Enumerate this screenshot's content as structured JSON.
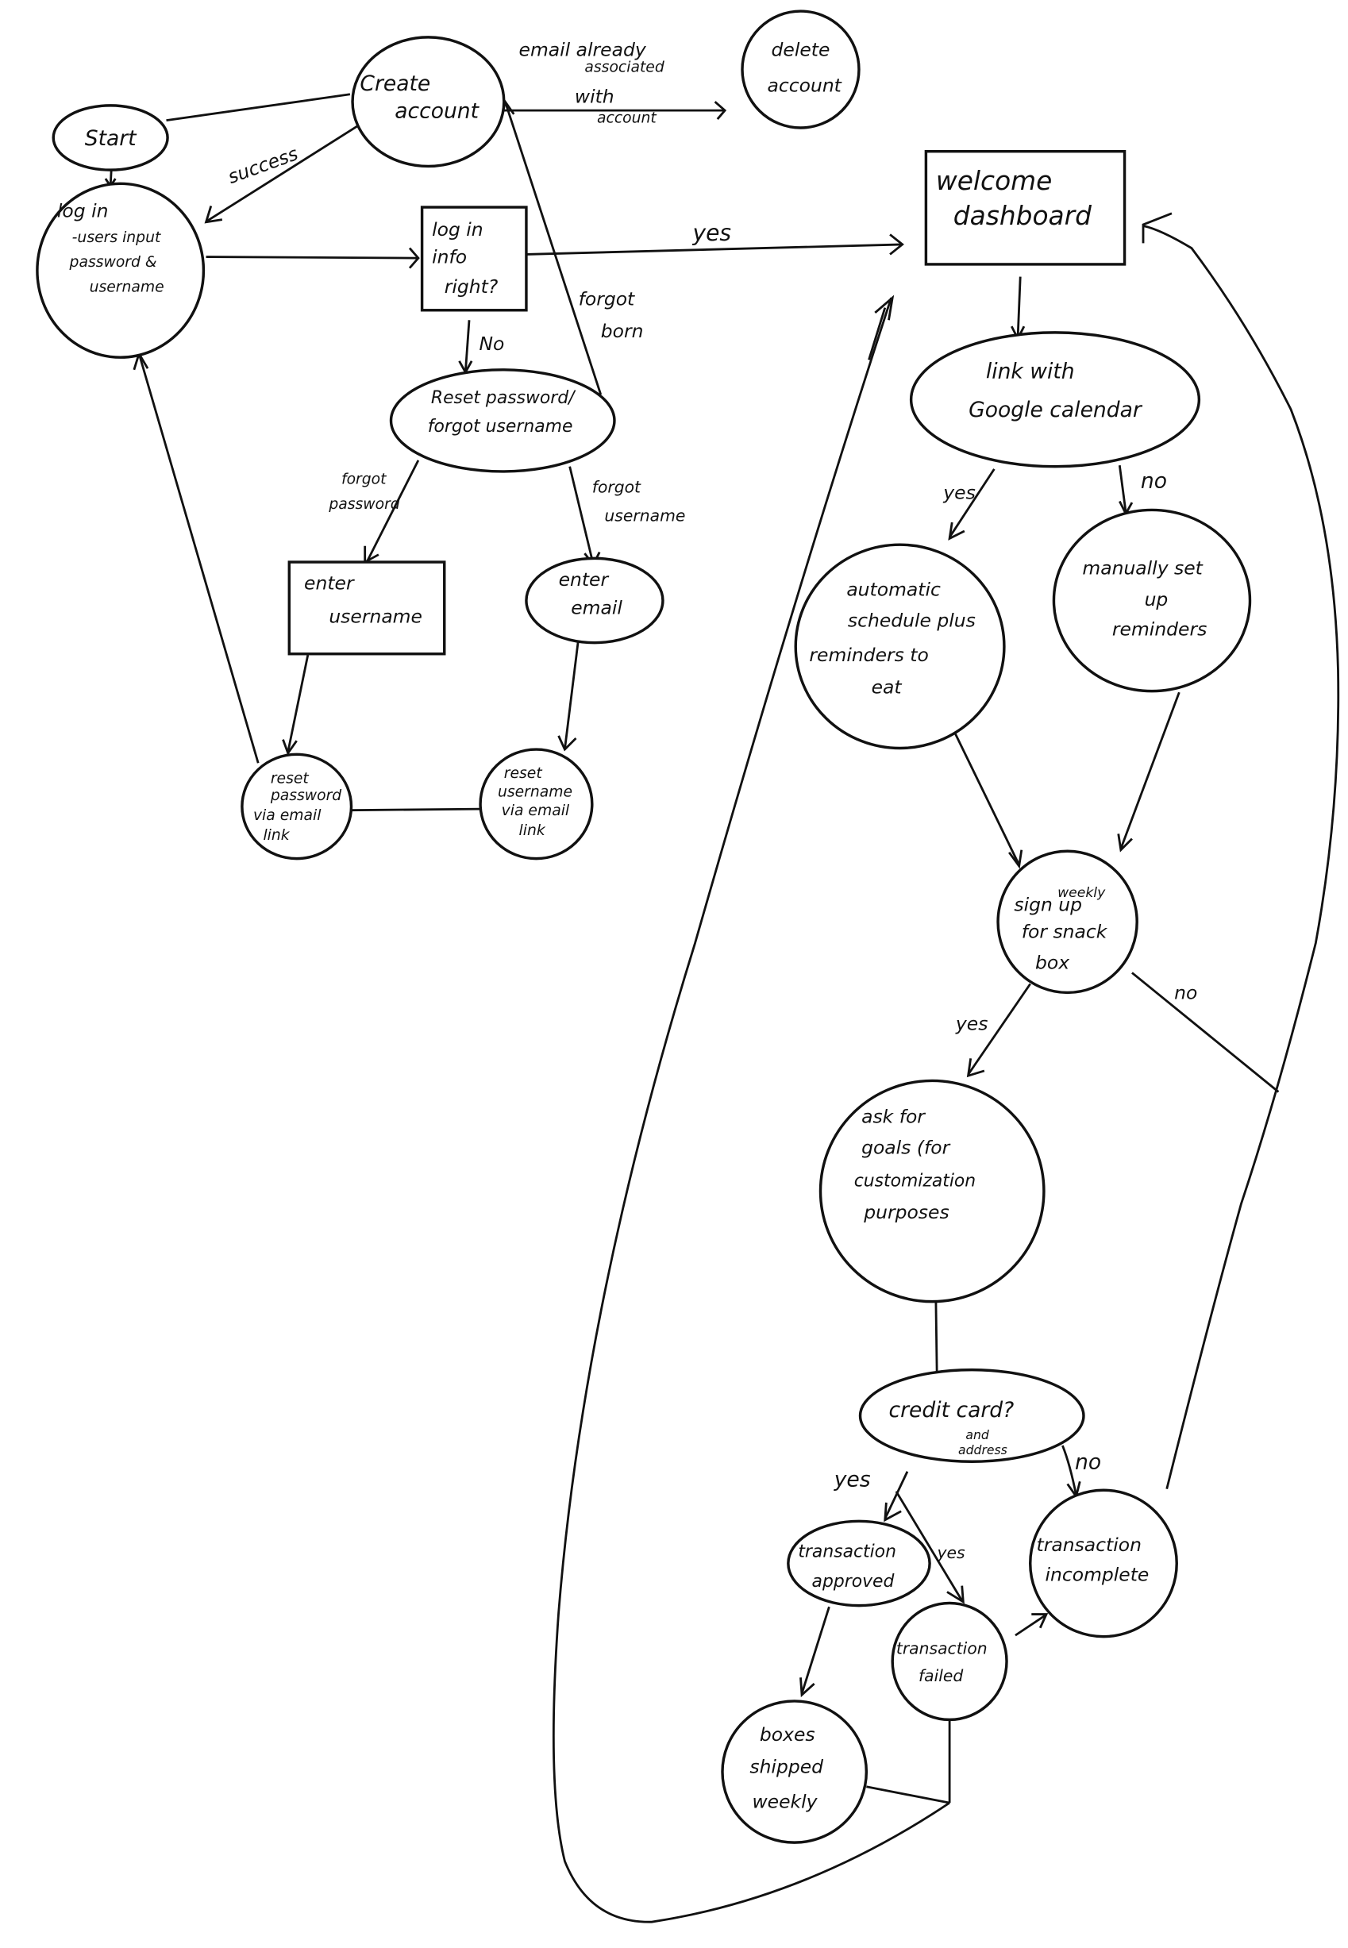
{
  "diagram": {
    "type": "flowchart",
    "style": "hand-drawn",
    "colors": {
      "ink": "#111111",
      "background": "#ffffff"
    },
    "nodes": {
      "start": {
        "shape": "ellipse",
        "lines": [
          "Start"
        ]
      },
      "create_account": {
        "shape": "circle",
        "lines": [
          "Create",
          "account"
        ]
      },
      "delete_account": {
        "shape": "ellipse",
        "lines": [
          "delete",
          "account"
        ]
      },
      "log_in": {
        "shape": "ellipse",
        "lines": [
          "log in",
          "-users input",
          "password &",
          "username"
        ]
      },
      "log_in_info_right": {
        "shape": "rectangle",
        "lines": [
          "log in",
          "info",
          "right?"
        ]
      },
      "reset_forgot": {
        "shape": "ellipse",
        "lines": [
          "Reset password/",
          "forgot username"
        ]
      },
      "enter_username": {
        "shape": "rectangle",
        "lines": [
          "enter",
          "username"
        ]
      },
      "enter_email": {
        "shape": "ellipse",
        "lines": [
          "enter",
          "email"
        ]
      },
      "reset_password_link": {
        "shape": "circle",
        "lines": [
          "reset",
          "password",
          "via email",
          "link"
        ]
      },
      "reset_username_link": {
        "shape": "circle",
        "lines": [
          "reset",
          "username",
          "via email",
          "link"
        ]
      },
      "welcome_dashboard": {
        "shape": "rectangle",
        "lines": [
          "welcome",
          "dashboard"
        ]
      },
      "link_google_calendar": {
        "shape": "ellipse",
        "lines": [
          "link with",
          "Google calendar"
        ]
      },
      "automatic_schedule": {
        "shape": "circle",
        "lines": [
          "automatic",
          "schedule plus",
          "reminders to",
          "eat"
        ]
      },
      "manual_reminders": {
        "shape": "circle",
        "lines": [
          "manually set",
          "up",
          "reminders"
        ]
      },
      "sign_up_snack_box": {
        "shape": "circle",
        "lines": [
          "sign up",
          "for snack",
          "box"
        ],
        "insert": "weekly"
      },
      "ask_goals": {
        "shape": "circle",
        "lines": [
          "ask for",
          "goals (for",
          "customization",
          "purposes"
        ]
      },
      "credit_card": {
        "shape": "ellipse",
        "lines": [
          "credit card?"
        ],
        "sub_lines": [
          "and",
          "address"
        ]
      },
      "transaction_approved": {
        "shape": "ellipse",
        "lines": [
          "transaction",
          "approved"
        ]
      },
      "transaction_failed": {
        "shape": "circle",
        "lines": [
          "transaction",
          "failed"
        ]
      },
      "transaction_incomplete": {
        "shape": "circle",
        "lines": [
          "transaction",
          "incomplete"
        ]
      },
      "boxes_shipped": {
        "shape": "circle",
        "lines": [
          "boxes",
          "shipped",
          "weekly"
        ]
      }
    },
    "edge_labels": {
      "email_associated": [
        "email already",
        "associated",
        "with",
        "account"
      ],
      "success": "success",
      "yes_login": "yes",
      "no_login": "No",
      "forgot_born": [
        "forgot",
        "born"
      ],
      "forgot_password": [
        "forgot",
        "password"
      ],
      "forgot_username": [
        "forgot",
        "username"
      ],
      "cal_yes": "yes",
      "cal_no": "no",
      "snack_yes": "yes",
      "snack_no": "no",
      "cc_yes": "yes",
      "cc_yes2": "yes",
      "cc_no": "no"
    },
    "edges": [
      {
        "from": "start",
        "to": "create_account"
      },
      {
        "from": "start",
        "to": "log_in"
      },
      {
        "from": "create_account",
        "to": "log_in",
        "label": "success"
      },
      {
        "from": "create_account",
        "to": "delete_account",
        "label": "email already associated with account"
      },
      {
        "from": "log_in",
        "to": "log_in_info_right"
      },
      {
        "from": "log_in_info_right",
        "to": "welcome_dashboard",
        "label": "yes"
      },
      {
        "from": "log_in_info_right",
        "to": "reset_forgot",
        "label": "No"
      },
      {
        "from": "reset_forgot",
        "to": "create_account",
        "label": "forgot born"
      },
      {
        "from": "reset_forgot",
        "to": "enter_username",
        "label": "forgot password"
      },
      {
        "from": "reset_forgot",
        "to": "enter_email",
        "label": "forgot username"
      },
      {
        "from": "enter_username",
        "to": "reset_password_link"
      },
      {
        "from": "enter_email",
        "to": "reset_username_link"
      },
      {
        "from": "reset_password_link",
        "to": "reset_username_link"
      },
      {
        "from": "reset_password_link",
        "to": "log_in"
      },
      {
        "from": "welcome_dashboard",
        "to": "link_google_calendar"
      },
      {
        "from": "link_google_calendar",
        "to": "automatic_schedule",
        "label": "yes"
      },
      {
        "from": "link_google_calendar",
        "to": "manual_reminders",
        "label": "no"
      },
      {
        "from": "automatic_schedule",
        "to": "sign_up_snack_box"
      },
      {
        "from": "manual_reminders",
        "to": "sign_up_snack_box"
      },
      {
        "from": "sign_up_snack_box",
        "to": "ask_goals",
        "label": "yes"
      },
      {
        "from": "sign_up_snack_box",
        "to": "welcome_dashboard",
        "label": "no"
      },
      {
        "from": "ask_goals",
        "to": "credit_card"
      },
      {
        "from": "credit_card",
        "to": "transaction_approved",
        "label": "yes"
      },
      {
        "from": "credit_card",
        "to": "transaction_failed",
        "label": "yes"
      },
      {
        "from": "credit_card",
        "to": "transaction_incomplete",
        "label": "no"
      },
      {
        "from": "transaction_failed",
        "to": "transaction_incomplete"
      },
      {
        "from": "transaction_approved",
        "to": "boxes_shipped"
      },
      {
        "from": "transaction_incomplete",
        "to": "welcome_dashboard"
      },
      {
        "from": "boxes_shipped",
        "to": "welcome_dashboard"
      },
      {
        "from": "transaction_failed",
        "to": "welcome_dashboard"
      }
    ]
  }
}
